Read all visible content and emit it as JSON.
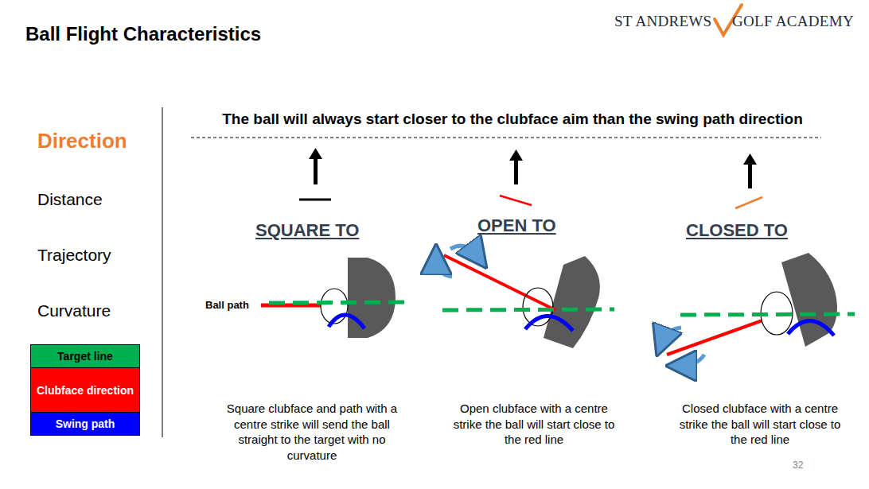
{
  "diagram": {
    "title": "Ball Flight Characteristics",
    "labels": [
      "ST ANDREWS",
      "GOLF ACADEMY",
      "Direction",
      "Distance",
      "Trajectory",
      "Curvature",
      "The ball will always start closer to the clubface aim than the swing path direction",
      "SQUARE TO",
      "OPEN TO",
      "CLOSED TO",
      "Ball path",
      "Square clubface and path with a centre strike will send the ball straight to the target with no curvature",
      "Open clubface with a centre strike the ball will start close to the red line",
      "Closed clubface with a centre strike the ball will start close to the red line",
      "32"
    ],
    "legend": [
      {
        "text": "Target line",
        "color": "#00b050"
      },
      {
        "text": "Clubface direction",
        "color": "#ff0000"
      },
      {
        "text": "Swing path",
        "color": "#0000ff"
      }
    ]
  }
}
